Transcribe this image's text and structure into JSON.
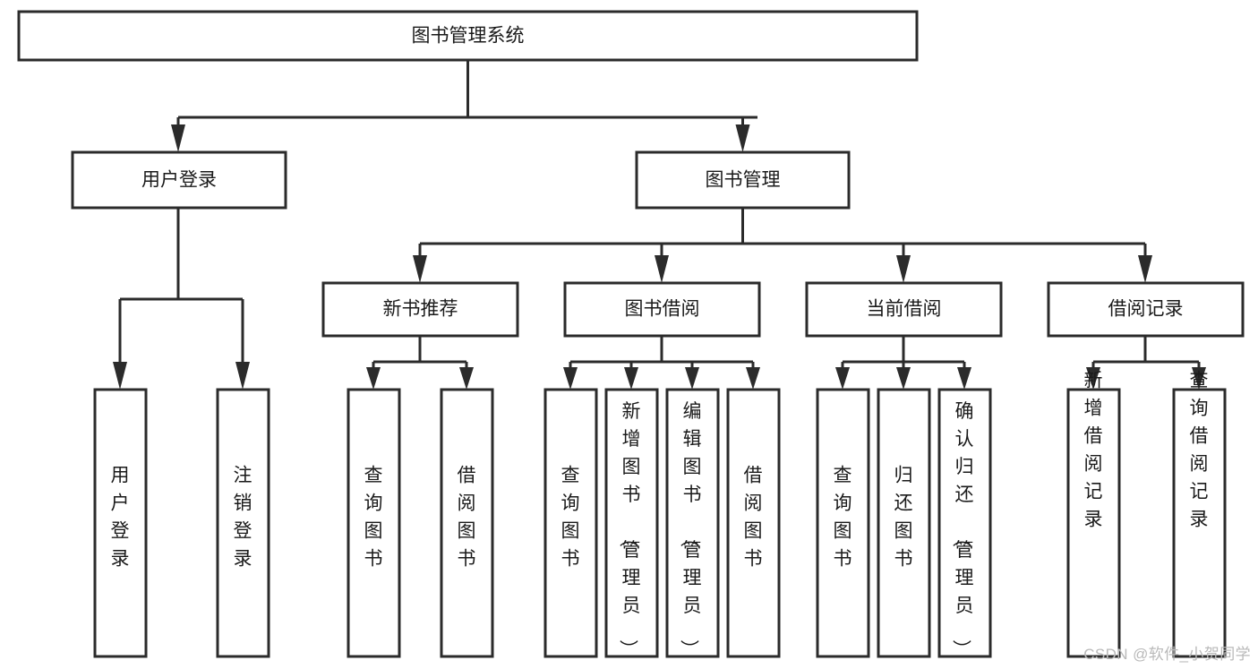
{
  "diagram": {
    "title": "图书管理系统",
    "type": "tree-hierarchy",
    "root": {
      "id": "root",
      "label": "图书管理系统",
      "orientation": "horizontal"
    },
    "level2": [
      {
        "id": "user-login",
        "label": "用户登录",
        "orientation": "horizontal"
      },
      {
        "id": "book-management",
        "label": "图书管理",
        "orientation": "horizontal"
      }
    ],
    "level3": [
      {
        "id": "new-book-recommend",
        "label": "新书推荐",
        "orientation": "horizontal",
        "parent": "book-management"
      },
      {
        "id": "book-borrow",
        "label": "图书借阅",
        "orientation": "horizontal",
        "parent": "book-management"
      },
      {
        "id": "current-borrow",
        "label": "当前借阅",
        "orientation": "horizontal",
        "parent": "book-management"
      },
      {
        "id": "borrow-record",
        "label": "借阅记录",
        "orientation": "horizontal",
        "parent": "book-management"
      }
    ],
    "leaves": [
      {
        "id": "leaf-user-login",
        "label": "用户登录",
        "parent": "user-login",
        "orientation": "vertical",
        "align": "middle"
      },
      {
        "id": "leaf-logout-login",
        "label": "注销登录",
        "parent": "user-login",
        "orientation": "vertical",
        "align": "middle"
      },
      {
        "id": "leaf-query-book-1",
        "label": "查询图书",
        "parent": "new-book-recommend",
        "orientation": "vertical",
        "align": "middle"
      },
      {
        "id": "leaf-borrow-book-1",
        "label": "借阅图书",
        "parent": "new-book-recommend",
        "orientation": "vertical",
        "align": "middle"
      },
      {
        "id": "leaf-query-book-2",
        "label": "查询图书",
        "parent": "book-borrow",
        "orientation": "vertical",
        "align": "middle"
      },
      {
        "id": "leaf-add-book-admin",
        "label": "新增图书（管理员）",
        "parent": "book-borrow",
        "orientation": "vertical",
        "align": "top"
      },
      {
        "id": "leaf-edit-book-admin",
        "label": "编辑图书（管理员）",
        "parent": "book-borrow",
        "orientation": "vertical",
        "align": "top"
      },
      {
        "id": "leaf-borrow-book-2",
        "label": "借阅图书",
        "parent": "book-borrow",
        "orientation": "vertical",
        "align": "middle"
      },
      {
        "id": "leaf-query-book-3",
        "label": "查询图书",
        "parent": "current-borrow",
        "orientation": "vertical",
        "align": "middle"
      },
      {
        "id": "leaf-return-book",
        "label": "归还图书",
        "parent": "current-borrow",
        "orientation": "vertical",
        "align": "middle"
      },
      {
        "id": "leaf-confirm-return-admin",
        "label": "确认归还（管理员）",
        "parent": "current-borrow",
        "orientation": "vertical",
        "align": "top"
      },
      {
        "id": "leaf-add-borrow-record",
        "label": "新增借阅记录",
        "parent": "borrow-record",
        "orientation": "vertical",
        "align": "middle"
      },
      {
        "id": "leaf-query-borrow-record",
        "label": "查询借阅记录",
        "parent": "borrow-record",
        "orientation": "vertical",
        "align": "middle"
      }
    ],
    "colors": {
      "box_stroke": "#2b2b2b",
      "box_fill": "#ffffff",
      "text": "#1a1a1a",
      "background": "#ffffff",
      "watermark": "#b9b9b9"
    }
  },
  "watermark": {
    "text": "CSDN @软件_小贺同学"
  }
}
